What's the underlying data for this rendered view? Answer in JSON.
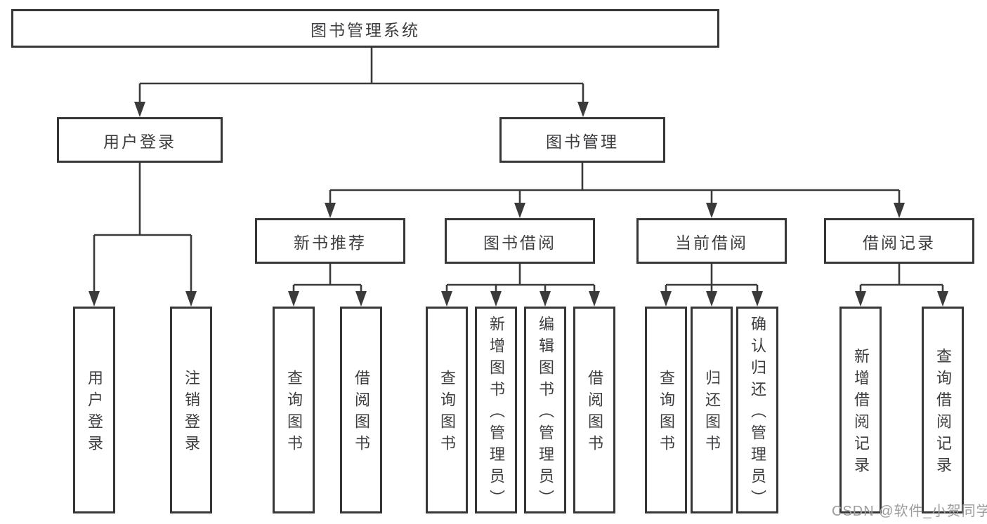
{
  "diagram": {
    "root": {
      "label": "图书管理系统"
    },
    "login": {
      "label": "用户登录",
      "children": [
        {
          "label": "用户登录"
        },
        {
          "label": "注销登录"
        }
      ]
    },
    "mgmt": {
      "label": "图书管理",
      "sections": [
        {
          "label": "新书推荐",
          "children": [
            {
              "label": "查询图书"
            },
            {
              "label": "借阅图书"
            }
          ]
        },
        {
          "label": "图书借阅",
          "children": [
            {
              "label": "查询图书"
            },
            {
              "label": "新增图书（管理员）"
            },
            {
              "label": "编辑图书（管理员）"
            },
            {
              "label": "借阅图书"
            }
          ]
        },
        {
          "label": "当前借阅",
          "children": [
            {
              "label": "查询图书"
            },
            {
              "label": "归还图书"
            },
            {
              "label": "确认归还（管理员）"
            }
          ]
        },
        {
          "label": "借阅记录",
          "children": [
            {
              "label": "新增借阅记录"
            },
            {
              "label": "查询借阅记录"
            }
          ]
        }
      ]
    },
    "watermark": "CSDN @软件_小贺同学"
  },
  "colors": {
    "line": "#3a3a3a",
    "box_border": "#363636",
    "text": "#3d3d40",
    "watermark": "#9c9c9c",
    "background": "#ffffff"
  }
}
